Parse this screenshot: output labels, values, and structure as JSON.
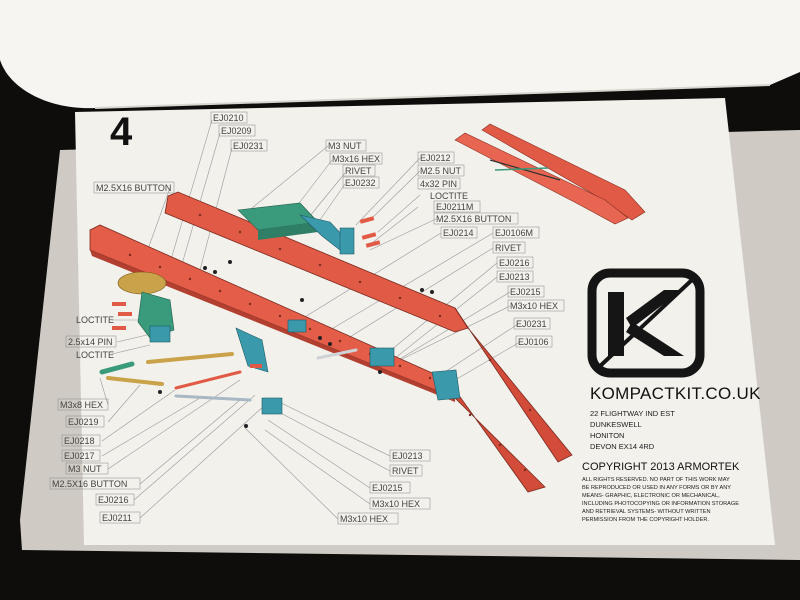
{
  "step_number": "4",
  "callouts": [
    "EJ0210",
    "EJ0209",
    "EJ0231",
    "M3 NUT",
    "M3x16 HEX",
    "RIVET",
    "EJ0232",
    "EJ0212",
    "M2.5 NUT",
    "4x32 PIN",
    "LOCTITE",
    "EJ0211M",
    "M2.5X16 BUTTON",
    "EJ0214",
    "EJ0106M",
    "RIVET",
    "EJ0216",
    "EJ0213",
    "EJ0215",
    "M3x10 HEX",
    "EJ0231",
    "EJ0106",
    "M2.5X16 BUTTON",
    "LOCTITE",
    "2.5x14 PIN",
    "LOCTITE",
    "M3x8 HEX",
    "EJ0219",
    "EJ0218",
    "EJ0217",
    "M3 NUT",
    "M2.5X16 BUTTON",
    "EJ0216",
    "EJ0211",
    "EJ0213",
    "RIVET",
    "EJ0215",
    "M3x10 HEX",
    "M3x10 HEX"
  ],
  "brand": {
    "logo_letter": "K",
    "website": "KOMPACTKIT.CO.UK",
    "address": [
      "22 FLIGHTWAY IND EST",
      "DUNKESWELL",
      "HONITON",
      "DEVON EX14 4RD"
    ]
  },
  "copyright": "COPYRIGHT 2013 ARMORTEK",
  "legal_lines": [
    "ALL RIGHTS RESERVED. NO PART OF THIS WORK MAY",
    "BE REPRODUCED OR USED IN ANY FORMS OR BY ANY",
    "MEANS- GRAPHIC, ELECTRONIC OR MECHANICAL,",
    "INCLUDING PHOTOCOPYING OR INFORMATION STORAGE",
    "AND RETRIEVAL SYSTEMS- WITHOUT WRITTEN",
    "PERMISSION FROM THE COPYRIGHT HOLDER."
  ],
  "colors": {
    "frame_red": "#e05a45",
    "part_teal": "#3a9aab",
    "part_green": "#3a9a7c",
    "rod_tan": "#c9a24a"
  }
}
